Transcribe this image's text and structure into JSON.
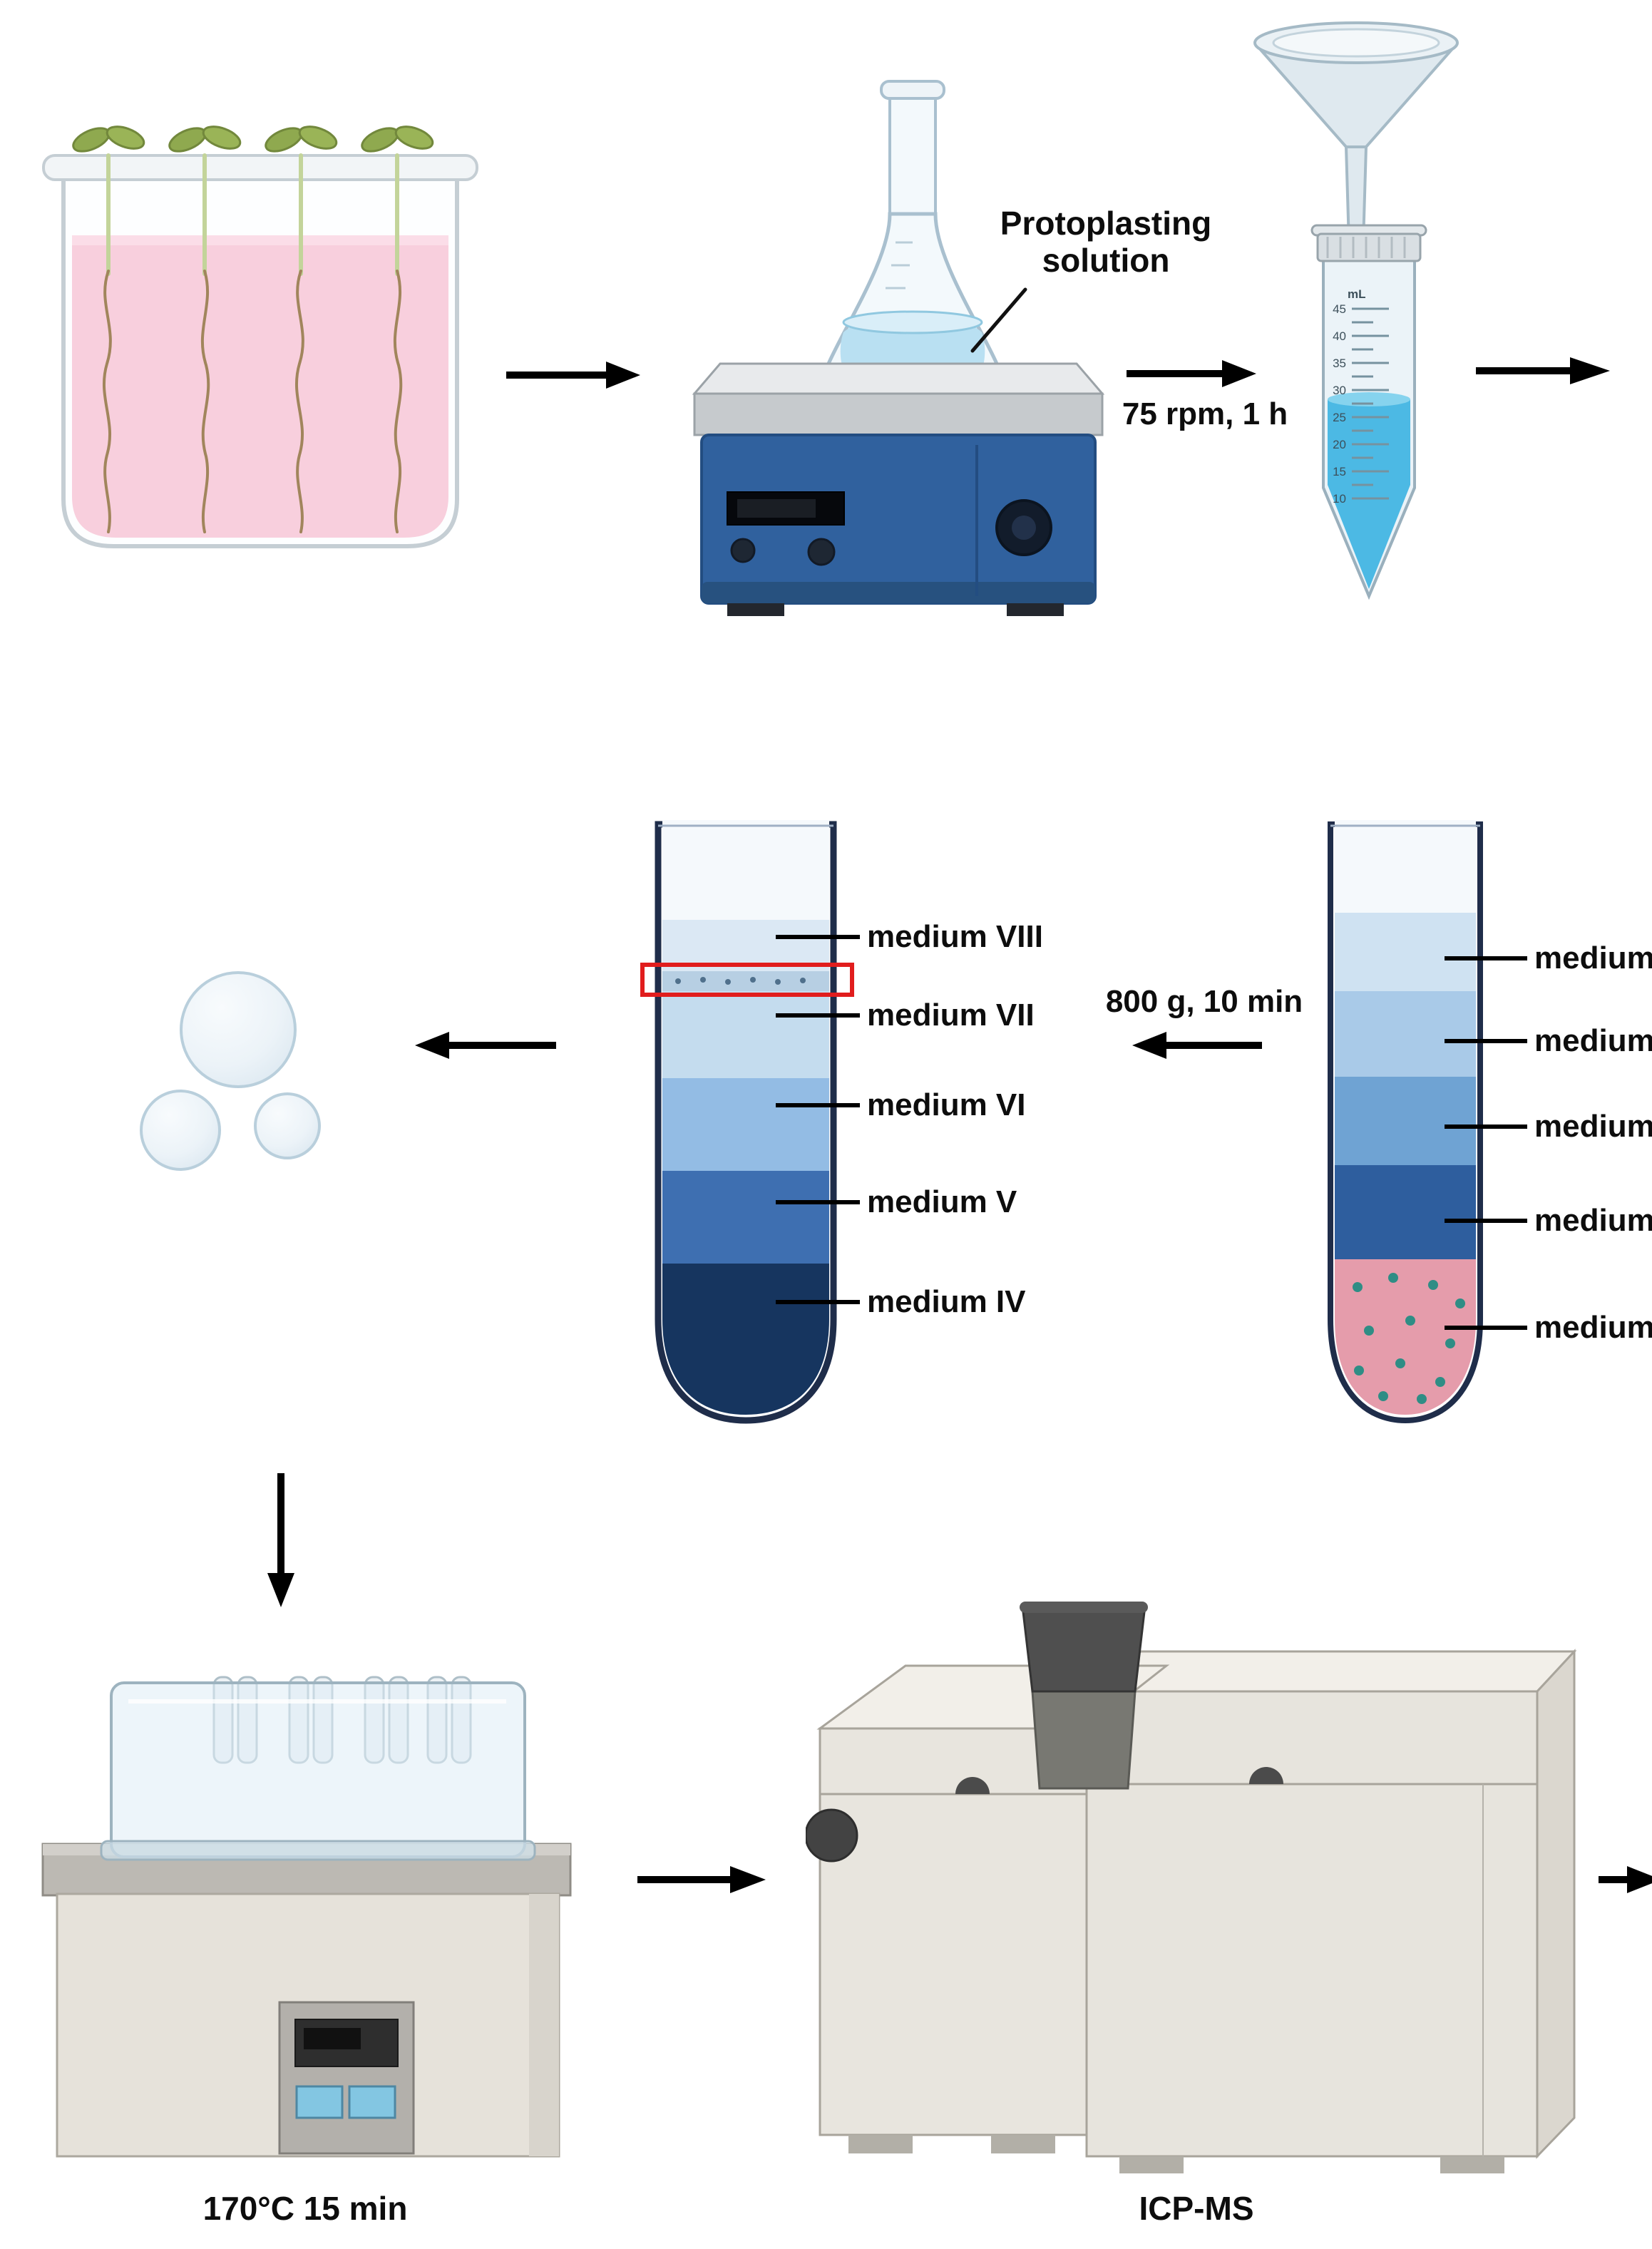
{
  "colors": {
    "background": "#ffffff",
    "pink_medium": "#f8cfdd",
    "leaf_green": "#8fa94f",
    "stirrer_blue": "#30619e",
    "tube_liquid_blue": "#4cb9e4",
    "highlight_red": "#e11d1d",
    "pellet_pink": "#e59cab",
    "protoplast_dot_teal": "#2f8d85",
    "gradient_layers": [
      "#f5f9fc",
      "#dbe8f4",
      "#c4dcee",
      "#93bce4",
      "#3e6fb1",
      "#16355f"
    ]
  },
  "labels": {
    "protoplasting_line1": "Protoplasting",
    "protoplasting_line2": "solution",
    "shake_condition": "75 rpm, 1 h",
    "centrifuge_condition": "800 g, 10 min",
    "digestion_condition": "170°C 15 min",
    "instrument": "ICP-MS"
  },
  "falcon_tube": {
    "unit": "mL",
    "ticks": [
      "45",
      "40",
      "35",
      "30",
      "25",
      "20",
      "15",
      "10"
    ]
  },
  "gradient_tube_labels": [
    "medium VIII",
    "medium VII",
    "medium VI",
    "medium V",
    "medium IV"
  ],
  "loaded_tube_labels": [
    "medium",
    "medium",
    "medium",
    "medium",
    "medium"
  ]
}
